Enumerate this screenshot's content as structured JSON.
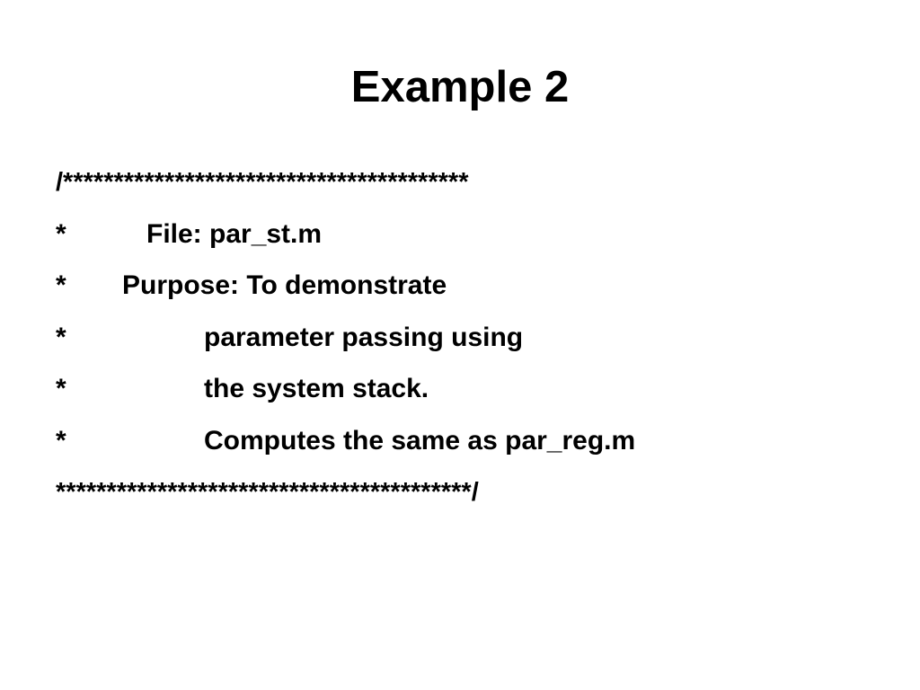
{
  "slide": {
    "title": "Example 2",
    "lines": {
      "top_border": "/****************************************",
      "file_star": "*",
      "file_text": "File:  par_st.m",
      "purpose_star": "*",
      "purpose_text": "Purpose:  To demonstrate",
      "cont1_star": "*",
      "cont1_text": "parameter passing using",
      "cont2_star": "*",
      "cont2_text": "the system stack.",
      "cont3_star": "*",
      "cont3_text": "Computes the same as par_reg.m",
      "bottom_border": "*****************************************/"
    }
  }
}
